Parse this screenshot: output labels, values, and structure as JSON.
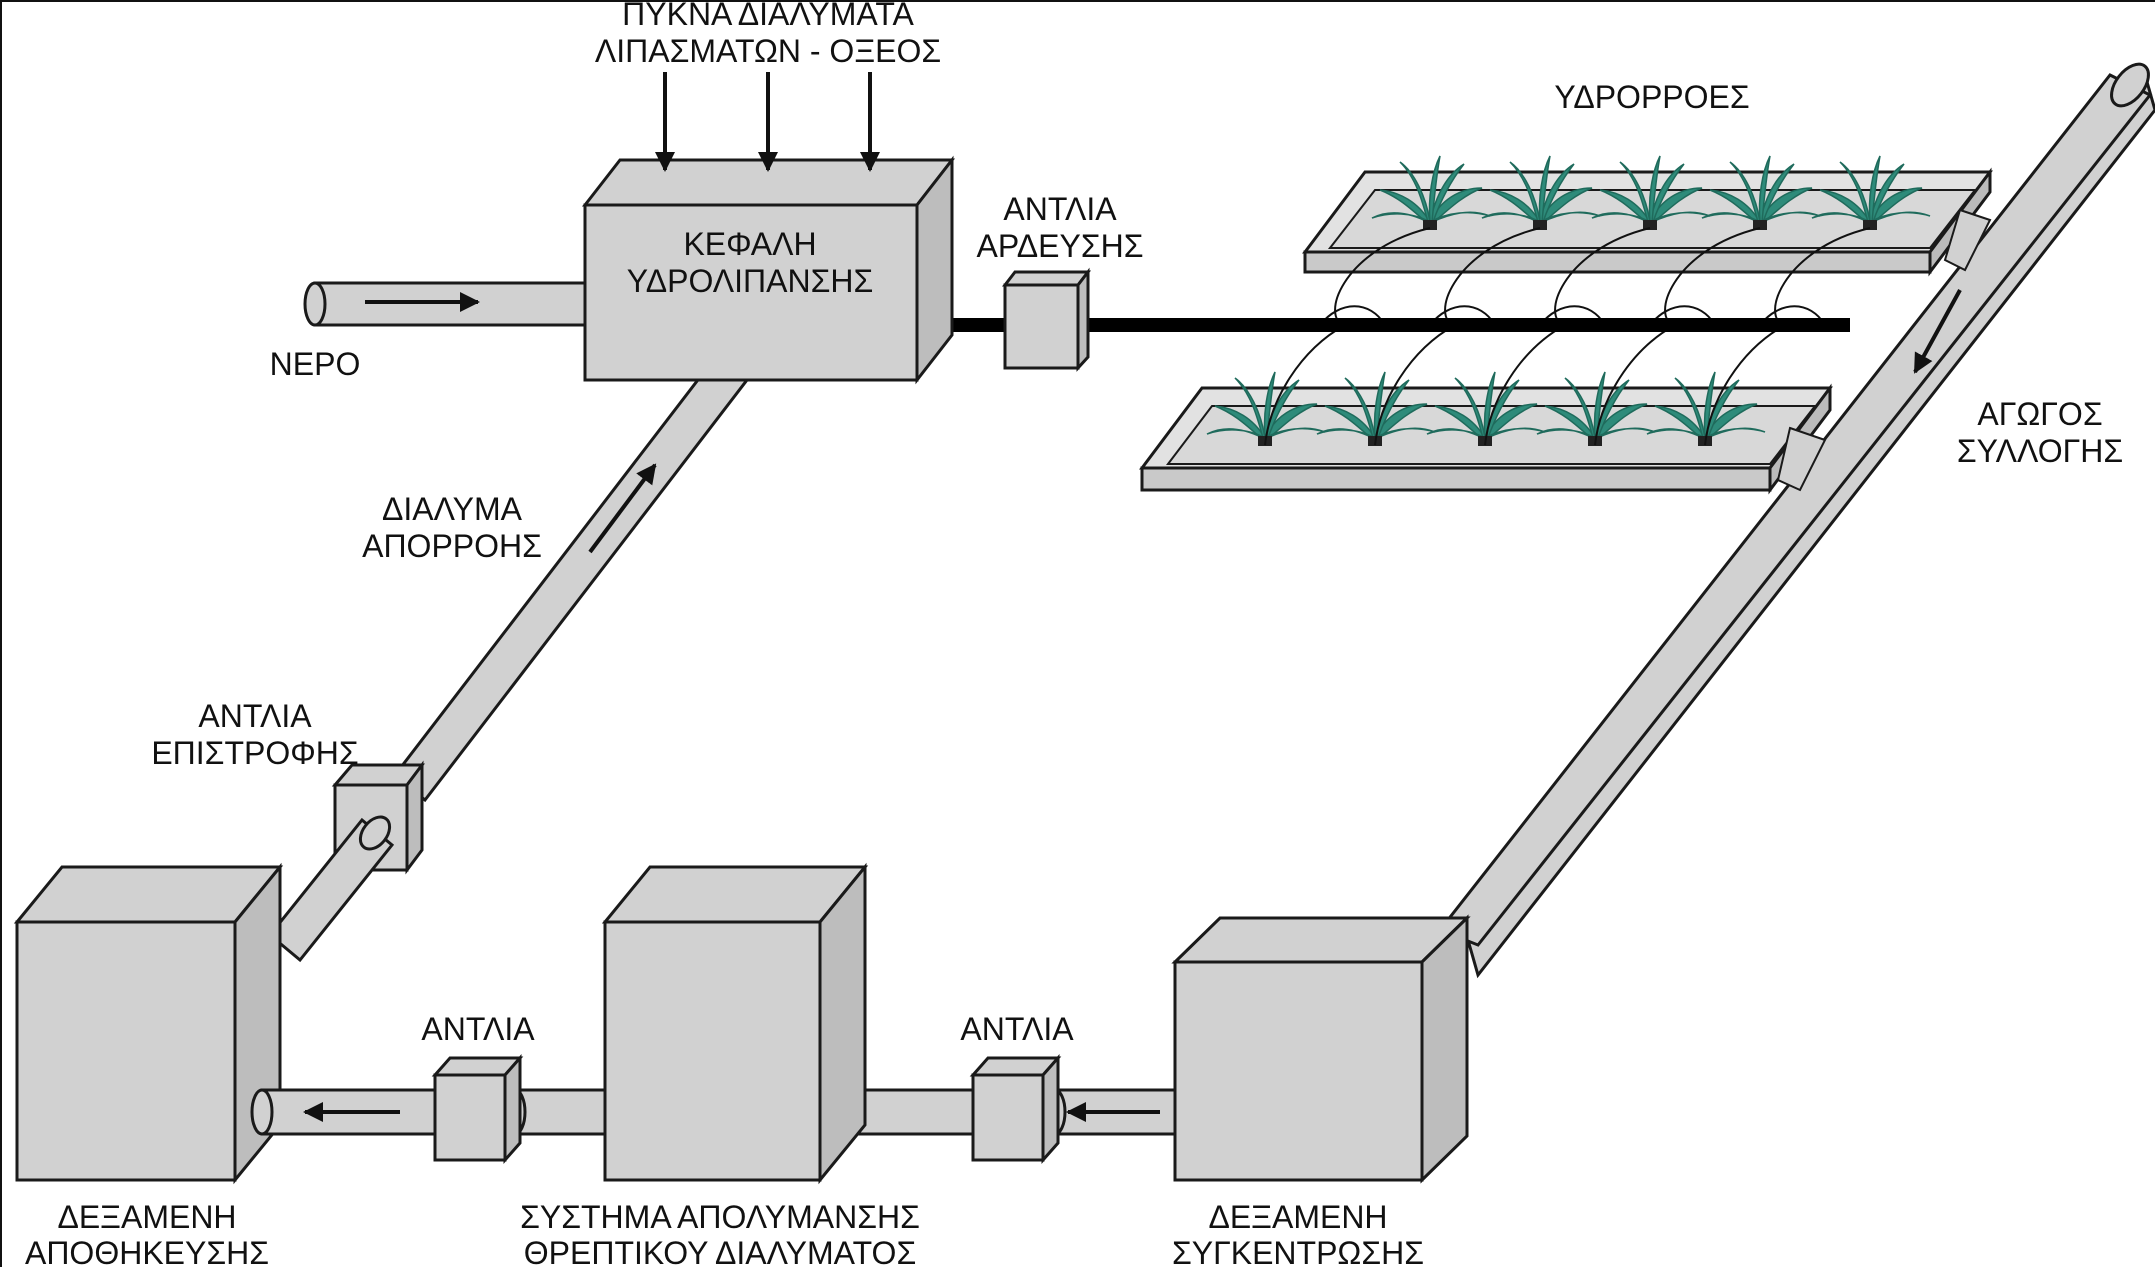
{
  "labels": {
    "concentrates_1": "ΠΥΚΝΑ ΔΙΑΛΥΜΑΤΑ",
    "concentrates_2": "ΛΙΠΑΣΜΑΤΩΝ - ΟΞΕΟΣ",
    "head_1": "ΚΕΦΑΛΗ",
    "head_2": "ΥΔΡΟΛΙΠΑΝΣΗΣ",
    "water": "ΝΕΡΟ",
    "irrigation_pump_1": "ΑΝΤΛΙΑ",
    "irrigation_pump_2": "ΑΡΔΕΥΣΗΣ",
    "gutters": "ΥΔΡΟΡΡΟΕΣ",
    "collector_1": "ΑΓΩΓΟΣ",
    "collector_2": "ΣΥΛΛΟΓΗΣ",
    "drain_solution_1": "ΔΙΑΛΥΜΑ",
    "drain_solution_2": "ΑΠΟΡΡΟΗΣ",
    "return_pump_1": "ΑΝΤΛΙΑ",
    "return_pump_2": "ΕΠΙΣΤΡΟΦΗΣ",
    "pump_left": "ΑΝΤΛΙΑ",
    "pump_right": "ΑΝΤΛΙΑ",
    "storage_tank_1": "ΔΕΞΑΜΕΝΗ",
    "storage_tank_2": "ΑΠΟΘΗΚΕΥΣΗΣ",
    "disinfection_1": "ΣΥΣΤΗΜΑ ΑΠΟΛΥΜΑΝΣΗΣ",
    "disinfection_2": "ΘΡΕΠΤΙΚΟΥ ΔΙΑΛΥΜΑΤΟΣ",
    "collection_tank_1": "ΔΕΞΑΜΕΝΗ",
    "collection_tank_2": "ΣΥΓΚΕΝΤΡΩΣΗΣ"
  },
  "colors": {
    "body": "#d1d1d1",
    "body_dark": "#c2c2c2",
    "outline": "#1a1a1a",
    "plant_leaf": "#2e8b7a",
    "plant_leaf_dark": "#1f6b5c"
  }
}
